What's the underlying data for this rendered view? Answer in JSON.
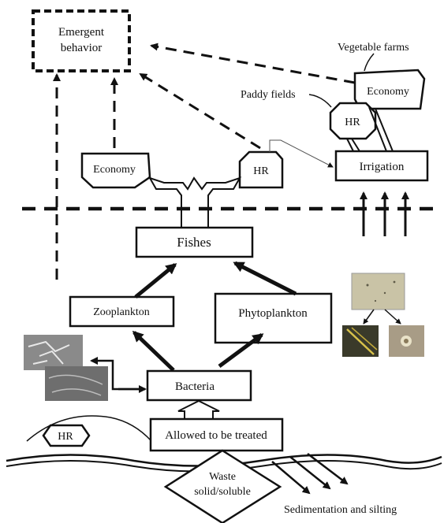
{
  "labels": {
    "emergent_line1": "Emergent",
    "emergent_line2": "behavior",
    "vegetable_farms": "Vegetable farms",
    "economy_right": "Economy",
    "paddy_fields": "Paddy fields",
    "hr_right": "HR",
    "irrigation": "Irrigation",
    "economy_left": "Economy",
    "hr_center": "HR",
    "fishes": "Fishes",
    "zooplankton": "Zooplankton",
    "phytoplankton": "Phytoplankton",
    "bacteria": "Bacteria",
    "hr_bottom": "HR",
    "allowed": "Allowed to be treated",
    "waste_line1": "Waste",
    "waste_line2": "solid/soluble",
    "sedimentation": "Sedimentation and silting"
  },
  "images": {
    "micrograph_top": "electron-micrograph",
    "micrograph_bottom": "electron-micrograph",
    "microscope_slide": "microscope-photo",
    "photo_left": "microscope-photo",
    "photo_right": "microscope-photo"
  },
  "colors": {
    "stroke": "#111111",
    "micrograph": "#8a8a8a",
    "slide": "#c9c3a6",
    "photo_left": "#3a3a2a",
    "photo_right": "#a89c86"
  }
}
